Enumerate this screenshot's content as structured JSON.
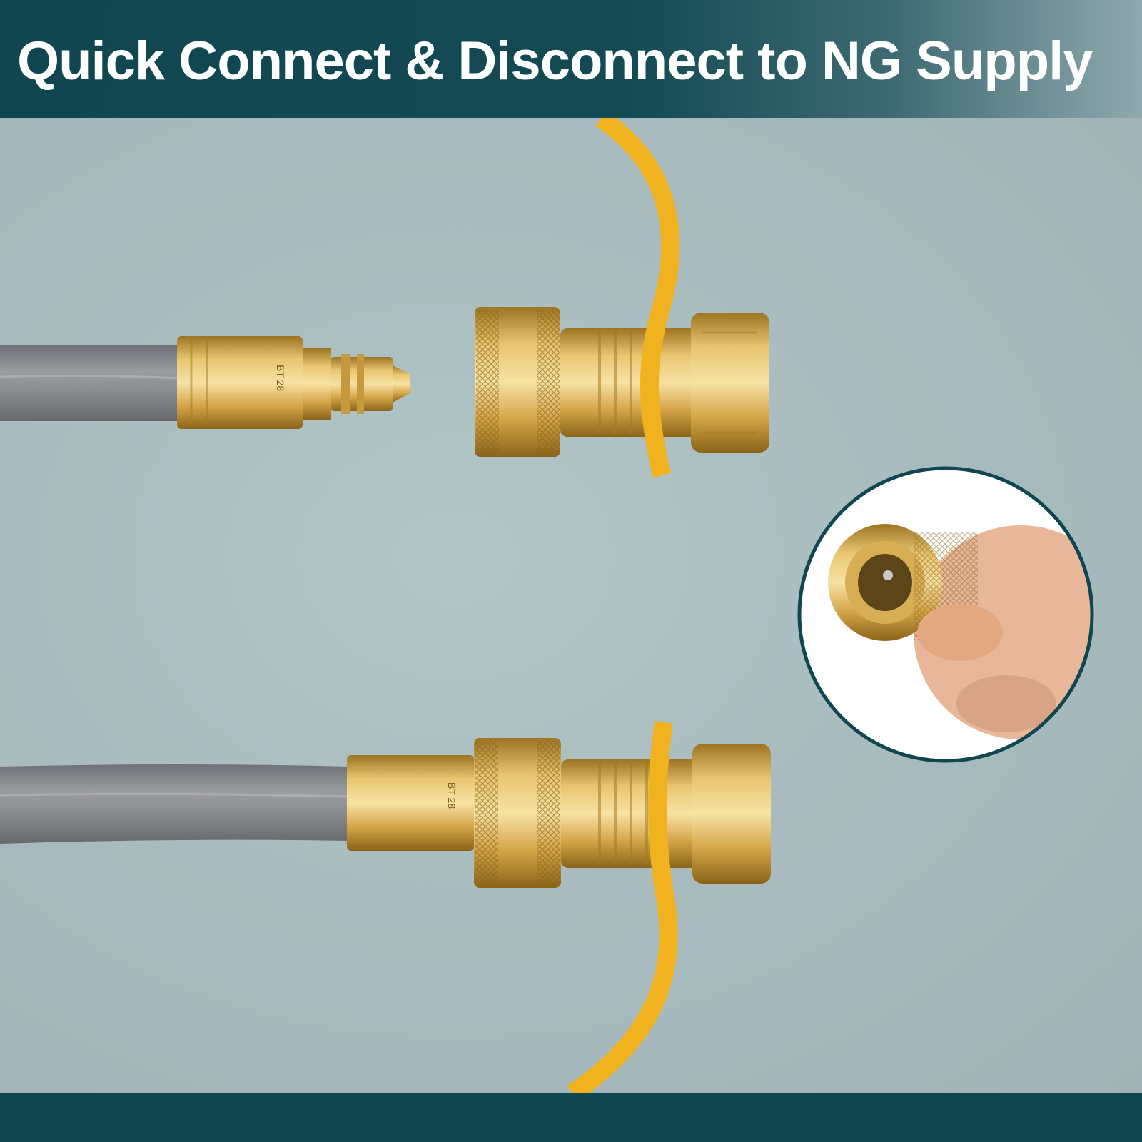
{
  "banner": {
    "title": "Quick Connect & Disconnect to NG Supply"
  },
  "colors": {
    "banner": "#0f4650",
    "background": "#a6babd",
    "hose": "#8a8c90",
    "brass": "#d9b25a",
    "ribbon": "#f0b21e"
  },
  "icons": {
    "connector": "brass-quick-connect",
    "inset": "hand-holding-socket"
  }
}
